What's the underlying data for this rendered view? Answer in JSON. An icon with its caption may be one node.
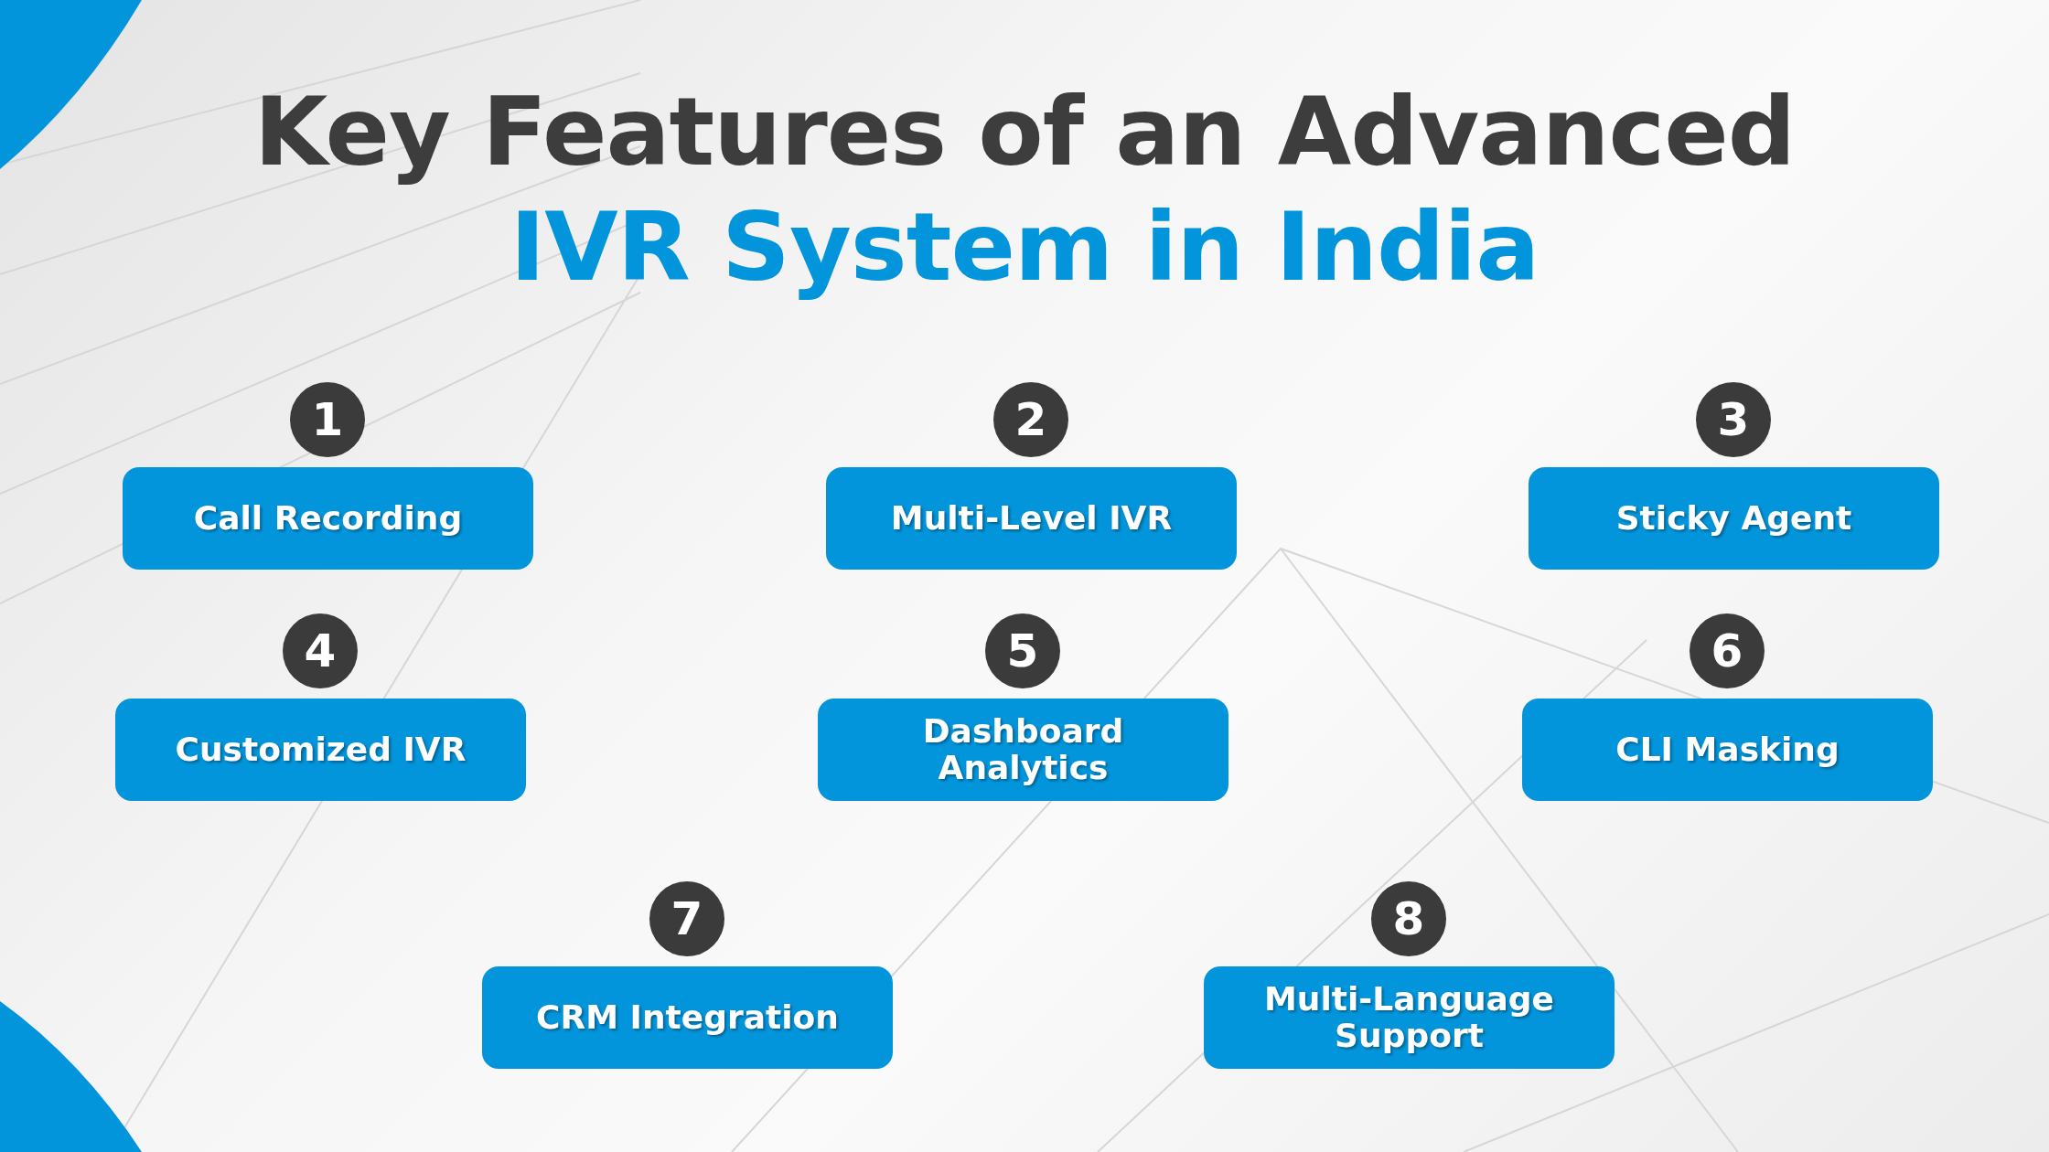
{
  "diagram": {
    "title": "Key Features of an Advanced",
    "nodes": [
      {
        "text": [
          "Call Recording"
        ],
        "beside": [
          "1"
        ]
      },
      {
        "text": [
          "Multi-Level IVR"
        ],
        "beside": [
          "2"
        ]
      },
      {
        "text": [
          "Sticky Agent"
        ],
        "beside": [
          "3"
        ]
      },
      {
        "text": [
          "Customized IVR"
        ],
        "beside": [
          "4"
        ]
      },
      {
        "text": [
          "Dashboard Analytics"
        ],
        "beside": [
          "5"
        ]
      },
      {
        "text": [
          "CLI Masking"
        ],
        "beside": [
          "6"
        ]
      },
      {
        "text": [
          "CRM Integration"
        ],
        "beside": [
          "7"
        ]
      },
      {
        "text": [
          "Multi-Language Support"
        ],
        "beside": [
          "8"
        ]
      }
    ],
    "labels": [
      "IVR System in India"
    ]
  }
}
